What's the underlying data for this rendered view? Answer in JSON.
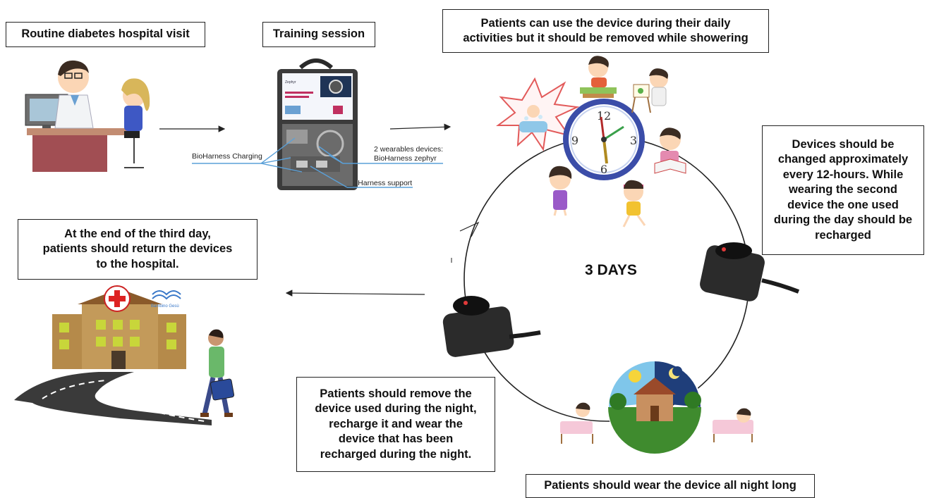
{
  "steps": {
    "visit": "Routine diabetes hospital visit",
    "training": "Training session",
    "daily": "Patients can use the device during their daily\nactivities but it should be removed while showering",
    "change": "Devices should be\nchanged approximately\nevery 12-hours. While\nwearing the second\ndevice the one used\nduring the day should be\nrecharged",
    "return": "At the end of the third day,\npatients should return the devices\nto the hospital.",
    "remove": "Patients should remove the\ndevice used during the night,\nrecharge it and wear the\ndevice that has been\nrecharged during the night.",
    "night": "Patients should wear the device all night long"
  },
  "kit_labels": {
    "charging": "BioHarness Charging",
    "wearables": "2 wearables devices:\nBioHarness zephyr",
    "support": "BioHarness support",
    "brand": "Zephyr\nPerformance\nSystems"
  },
  "cycle_label": "3 DAYS",
  "hospital_sign": "Bambino Gesù"
}
